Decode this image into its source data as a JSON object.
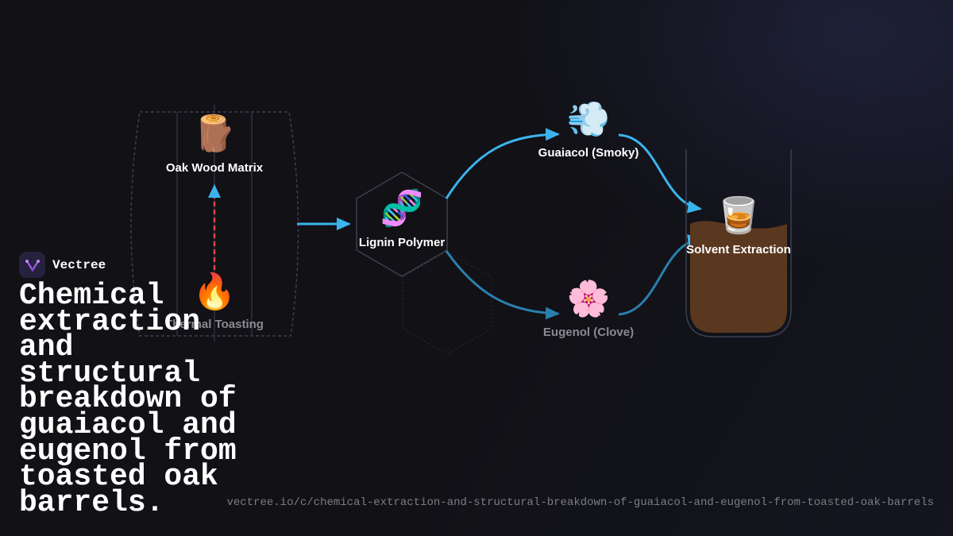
{
  "brand": {
    "name": "Vectree"
  },
  "headline": "Chemical extraction and structural breakdown of guaiacol and eugenol from toasted oak barrels.",
  "url": "vectree.io/c/chemical-extraction-and-structural-breakdown-of-guaiacol-and-eugenol-from-toasted-oak-barrels",
  "colors": {
    "background": "#111116",
    "arrow": "#3bb4ee",
    "heat_arrow": "#e04848",
    "liquid": "#5a3820",
    "outline": "#3a4050"
  },
  "nodes": {
    "oak": {
      "label": "Oak Wood Matrix",
      "icon": "🪵",
      "icon_name": "wood-log-icon"
    },
    "toasting": {
      "label": "Thermal Toasting",
      "icon": "🔥",
      "icon_name": "fire-icon"
    },
    "lignin": {
      "label": "Lignin Polymer",
      "icon": "🧬",
      "icon_name": "dna-icon"
    },
    "guaiacol": {
      "label": "Guaiacol (Smoky)",
      "icon": "💨",
      "icon_name": "smoke-puff-icon"
    },
    "eugenol": {
      "label": "Eugenol (Clove)",
      "icon": "🌸",
      "icon_name": "flower-icon"
    },
    "solvent": {
      "label": "Solvent Extraction",
      "icon": "🥃",
      "icon_name": "whiskey-glass-icon"
    }
  }
}
